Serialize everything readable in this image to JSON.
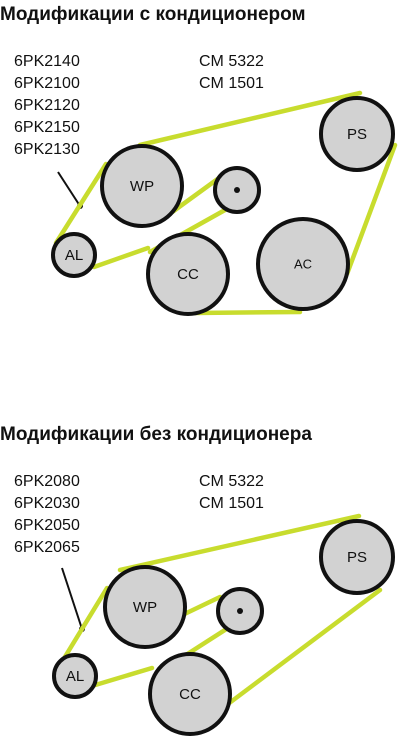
{
  "diagrams": [
    {
      "title": "Модификации с кондиционером",
      "belt_codes": [
        "6PK2140",
        "6PK2100",
        "6PK2120",
        "6PK2150",
        "6PK2130"
      ],
      "tensioner_codes": [
        "CM 5322",
        "CM 1501"
      ],
      "pulleys": {
        "ps": "PS",
        "wp": "WP",
        "al": "AL",
        "cc": "CC",
        "ac": "AC"
      }
    },
    {
      "title": "Модификации без кондиционера",
      "belt_codes": [
        "6PK2080",
        "6PK2030",
        "6PK2050",
        "6PK2065"
      ],
      "tensioner_codes": [
        "CM 5322",
        "CM 1501"
      ],
      "pulleys": {
        "ps": "PS",
        "wp": "WP",
        "al": "AL",
        "cc": "CC"
      }
    }
  ],
  "colors": {
    "belt": "#c8dc2e",
    "pulley_fill": "#d2d2d2",
    "outline": "#111111"
  }
}
